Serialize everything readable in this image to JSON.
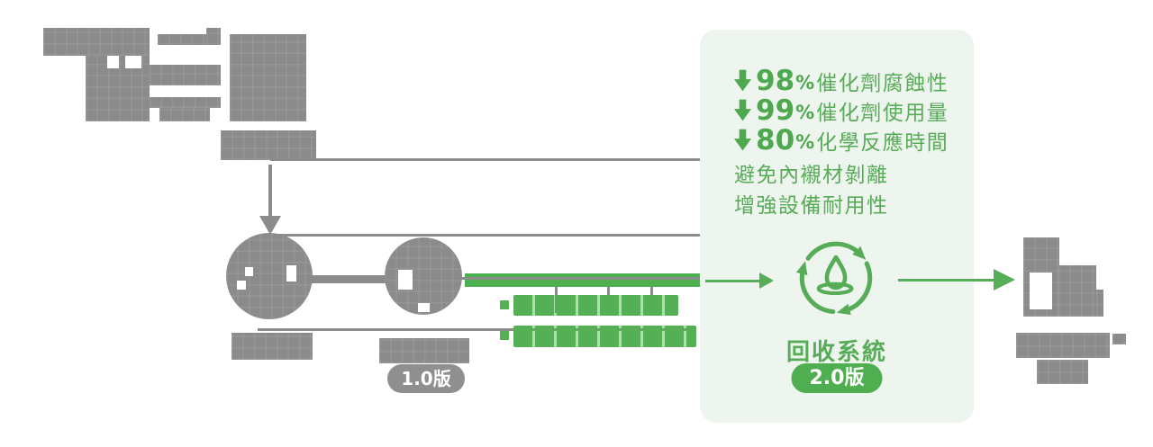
{
  "colors": {
    "green_text": "#57ac57",
    "green_accent": "#4caf50",
    "panel_bg": "#edf5ee",
    "mosaic_gray": "#8b8b8b",
    "badge_gray": "#8f8f8f",
    "badge_green": "#4fae4f",
    "badge_text": "#ffffff"
  },
  "legacy_system": {
    "version_badge": "1.0版"
  },
  "panel": {
    "benefits": [
      {
        "decrease": true,
        "value": "98",
        "unit": "%",
        "label": "催化劑腐蝕性"
      },
      {
        "decrease": true,
        "value": "99",
        "unit": "%",
        "label": "催化劑使用量"
      },
      {
        "decrease": true,
        "value": "80",
        "unit": "%",
        "label": "化學反應時間"
      },
      {
        "label": "避免內襯材剝離"
      },
      {
        "label": "增強設備耐用性"
      }
    ],
    "system_label": "回收系統",
    "version_badge": "2.0版"
  }
}
